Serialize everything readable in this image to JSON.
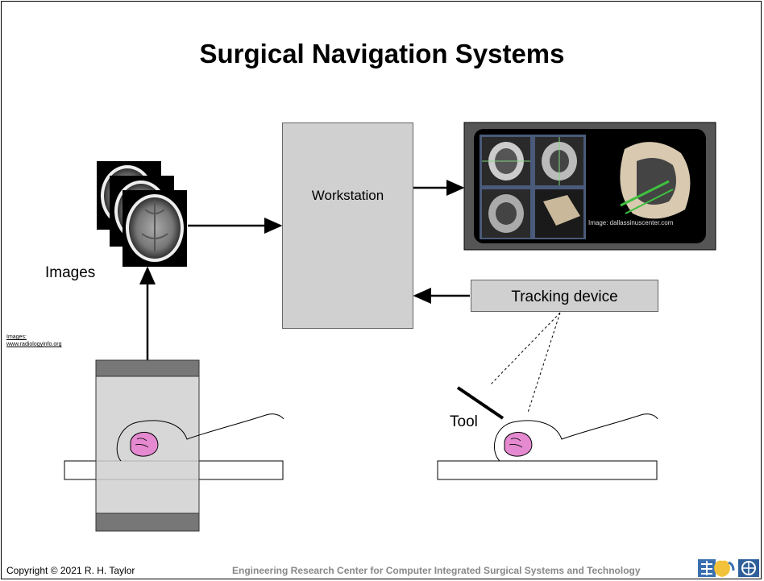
{
  "slide": {
    "title": "Surgical Navigation Systems",
    "workstation_label": "Workstation",
    "tracking_label": "Tracking device",
    "images_label": "Images",
    "tool_label": "Tool",
    "images_credit_line1": "Images:",
    "images_credit_line2": "www.radiologyinfo.org",
    "screen_caption": "Image: dallassinuscenter.com",
    "footer_copyright": "Copyright ©  2021 R. H. Taylor",
    "footer_center": "Engineering Research Center for Computer Integrated Surgical Systems and Technology"
  },
  "colors": {
    "box_fill": "#d0d0d0",
    "brain_pink": "#e58ad0",
    "screen_bg": "#000000",
    "screen_frame": "#555555",
    "footer_gray": "#888888"
  },
  "icons": [
    "ct-scan-stack-icon",
    "navigation-screen-image",
    "patient-figure-icon",
    "tool-icon",
    "logo-icons"
  ]
}
